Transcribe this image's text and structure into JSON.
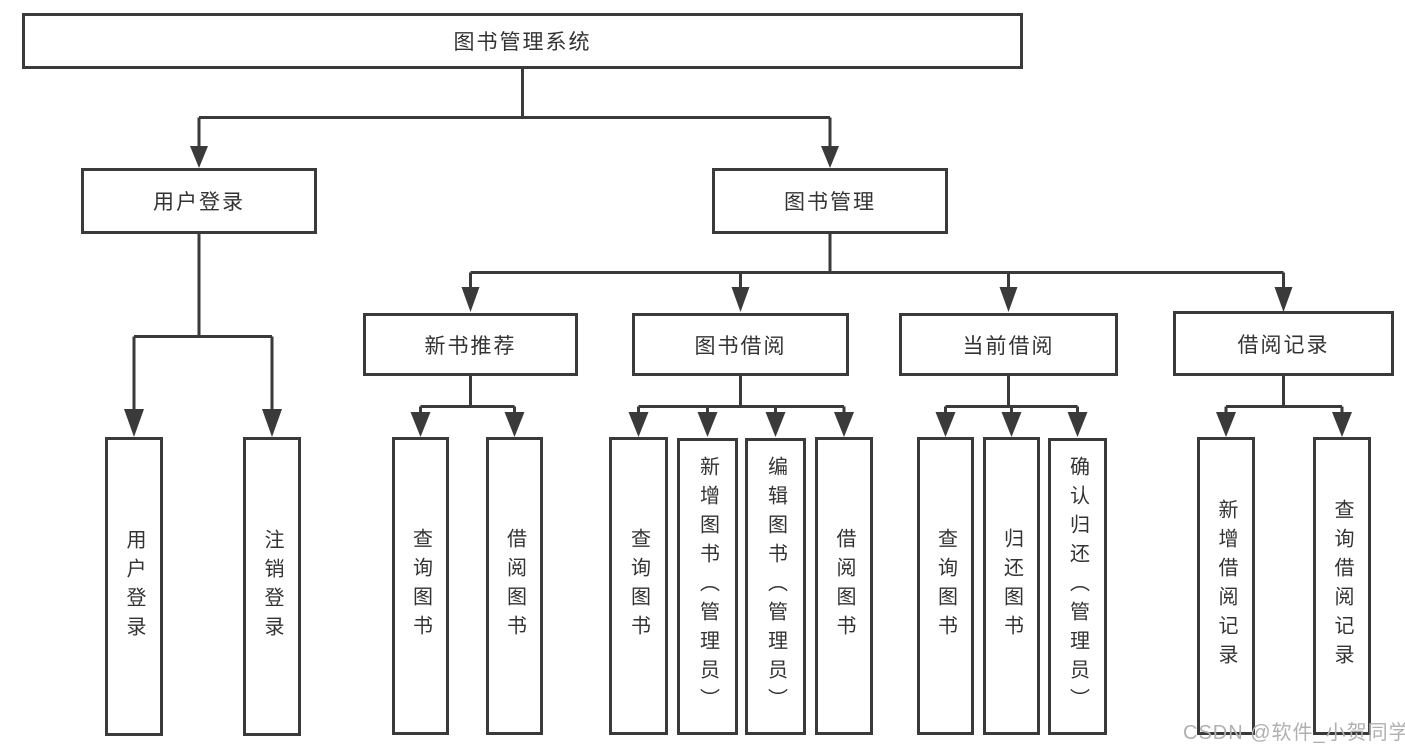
{
  "colors": {
    "line": "#3a3a3a",
    "box_border": "#3a3a3a",
    "box_background": "#ffffff",
    "text": "#333333",
    "watermark_text": "#b0b0b0",
    "page_background": "#ffffff"
  },
  "tree": {
    "label": "图书管理系统",
    "children": [
      {
        "label": "用户登录",
        "children": [
          {
            "label": "用户登录"
          },
          {
            "label": "注销登录"
          }
        ]
      },
      {
        "label": "图书管理",
        "children": [
          {
            "label": "新书推荐",
            "children": [
              {
                "label": "查询图书"
              },
              {
                "label": "借阅图书"
              }
            ]
          },
          {
            "label": "图书借阅",
            "children": [
              {
                "label": "查询图书"
              },
              {
                "label": "新增图书（管理员）"
              },
              {
                "label": "编辑图书（管理员）"
              },
              {
                "label": "借阅图书"
              }
            ]
          },
          {
            "label": "当前借阅",
            "children": [
              {
                "label": "查询图书"
              },
              {
                "label": "归还图书"
              },
              {
                "label": "确认归还（管理员）"
              }
            ]
          },
          {
            "label": "借阅记录",
            "children": [
              {
                "label": "新增借阅记录"
              },
              {
                "label": "查询借阅记录"
              }
            ]
          }
        ]
      }
    ]
  },
  "watermark": {
    "text": "CSDN @软件_小贺同学"
  }
}
